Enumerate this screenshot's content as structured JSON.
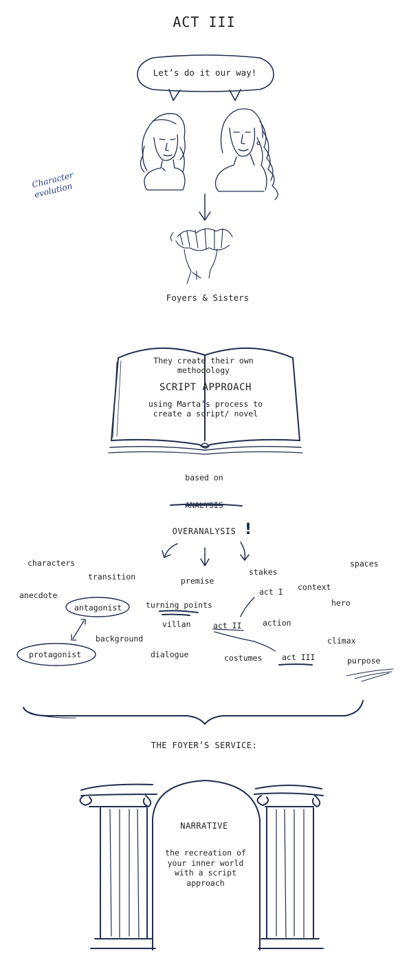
{
  "title": "ACT III",
  "speech_bubble": "Let’s do it our way!",
  "scribble_note": "Character evolution",
  "caption": "Foyers & Sisters",
  "book": {
    "top_text": "They create their own methodology",
    "main_text": "SCRIPT APPROACH",
    "bottom_text": "using Marta’s process to create a script/ novel"
  },
  "based_on": "based on",
  "analysis_struck": "ANALYSIS",
  "overanalysis": "OVERANALYSIS",
  "exclamation": "!",
  "words": {
    "characters": "characters",
    "transition": "transition",
    "premise": "premise",
    "stakes": "stakes",
    "spaces": "spaces",
    "anecdote": "anecdote",
    "act_i": "act I",
    "context": "context",
    "antagonist": "antagonist",
    "turning_points": "turning points",
    "hero": "hero",
    "villan": "villan",
    "act_ii": "act II",
    "action": "action",
    "background": "background",
    "climax": "climax",
    "protagonist": "protagonist",
    "dialogue": "dialogue",
    "costumes": "costumes",
    "act_iii": "act III",
    "purpose": "purpose"
  },
  "service_title": "THE FOYER’S SERVICE:",
  "narrative": {
    "title": "NARRATIVE",
    "description": "the recreation of your inner world with a script approach"
  }
}
